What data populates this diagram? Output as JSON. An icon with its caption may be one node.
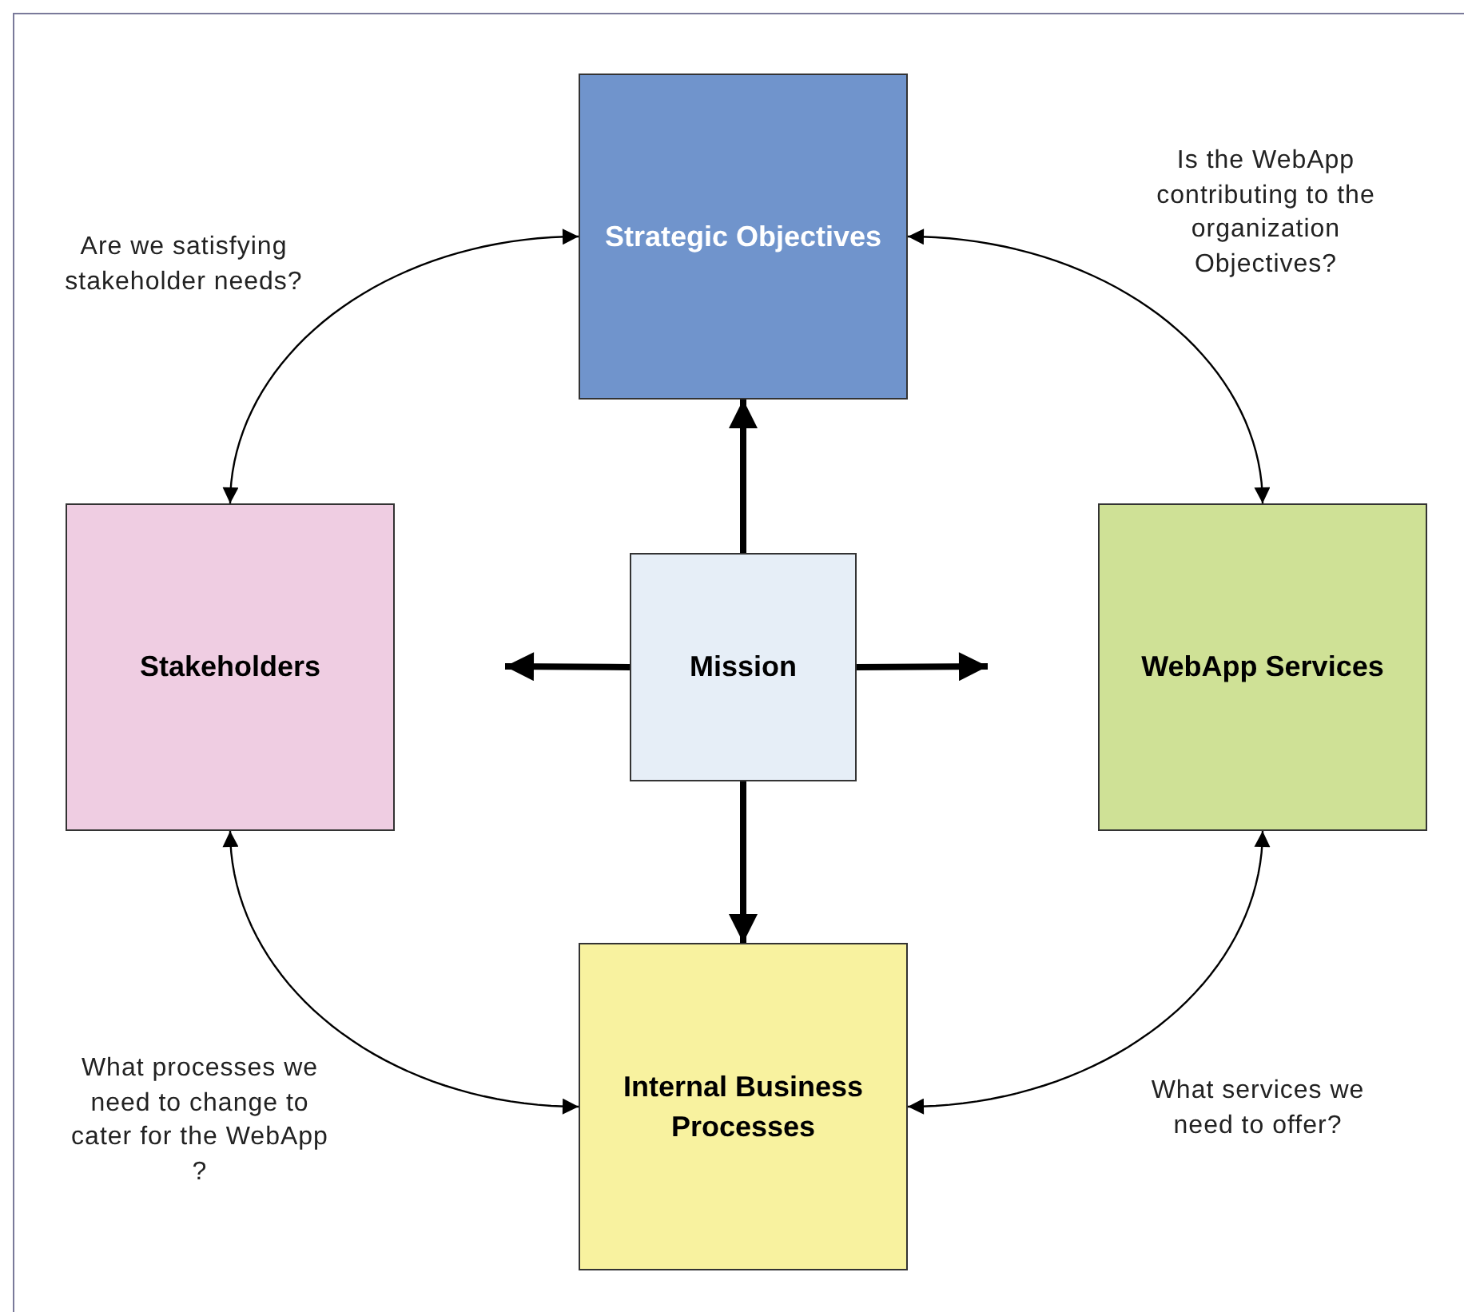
{
  "diagram": {
    "nodes": [
      {
        "text": [
          "Strategic Objectives"
        ]
      },
      {
        "text": [
          "Stakeholders"
        ]
      },
      {
        "text": [
          "Mission"
        ]
      },
      {
        "text": [
          "WebApp Services"
        ]
      },
      {
        "text": [
          "Internal Business Processes"
        ]
      }
    ],
    "edges": [
      {
        "from": 1,
        "to": 0,
        "arrow": "both",
        "label": "Are we satisfying stakeholder needs?"
      },
      {
        "from": 0,
        "to": 3,
        "arrow": "both",
        "label": "Is the WebApp contributing to the organization Objectives?"
      },
      {
        "from": 1,
        "to": 4,
        "arrow": "both",
        "label": "What processes we need to change to cater for the WebApp ?"
      },
      {
        "from": 3,
        "to": 4,
        "arrow": "both",
        "label": "What services we need to offer?"
      },
      {
        "from": 2,
        "to": 0,
        "arrow": "to",
        "style": "thick"
      },
      {
        "from": 2,
        "to": null,
        "arrow": "to",
        "style": "thick"
      },
      {
        "from": 2,
        "to": null,
        "arrow": "to",
        "style": "thick"
      },
      {
        "from": 2,
        "to": 4,
        "arrow": "to",
        "style": "thick"
      }
    ]
  }
}
